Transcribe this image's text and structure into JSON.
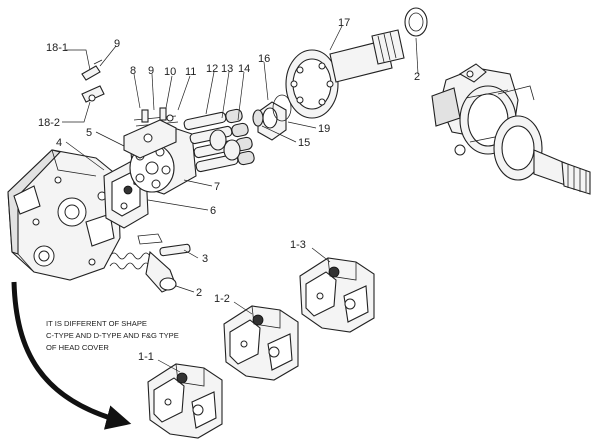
{
  "labels": {
    "l_18_1": "18-1",
    "l_9a": "9",
    "l_18_2": "18-2",
    "l_8": "8",
    "l_9b": "9",
    "l_10": "10",
    "l_11": "11",
    "l_12": "12",
    "l_13": "13",
    "l_14": "14",
    "l_16": "16",
    "l_17": "17",
    "l_2a": "2",
    "l_19": "19",
    "l_15": "15",
    "l_5": "5",
    "l_4": "4",
    "l_7": "7",
    "l_6": "6",
    "l_3": "3",
    "l_2b": "2",
    "l_1_3": "1-3",
    "l_1_2": "1-2",
    "l_1_1": "1-1"
  },
  "note": {
    "line1": "IT IS DIFFERENT OF SHAPE",
    "line2": "C-TYPE AND D-TYPE AND F&G TYPE",
    "line3": "OF HEAD COVER"
  }
}
